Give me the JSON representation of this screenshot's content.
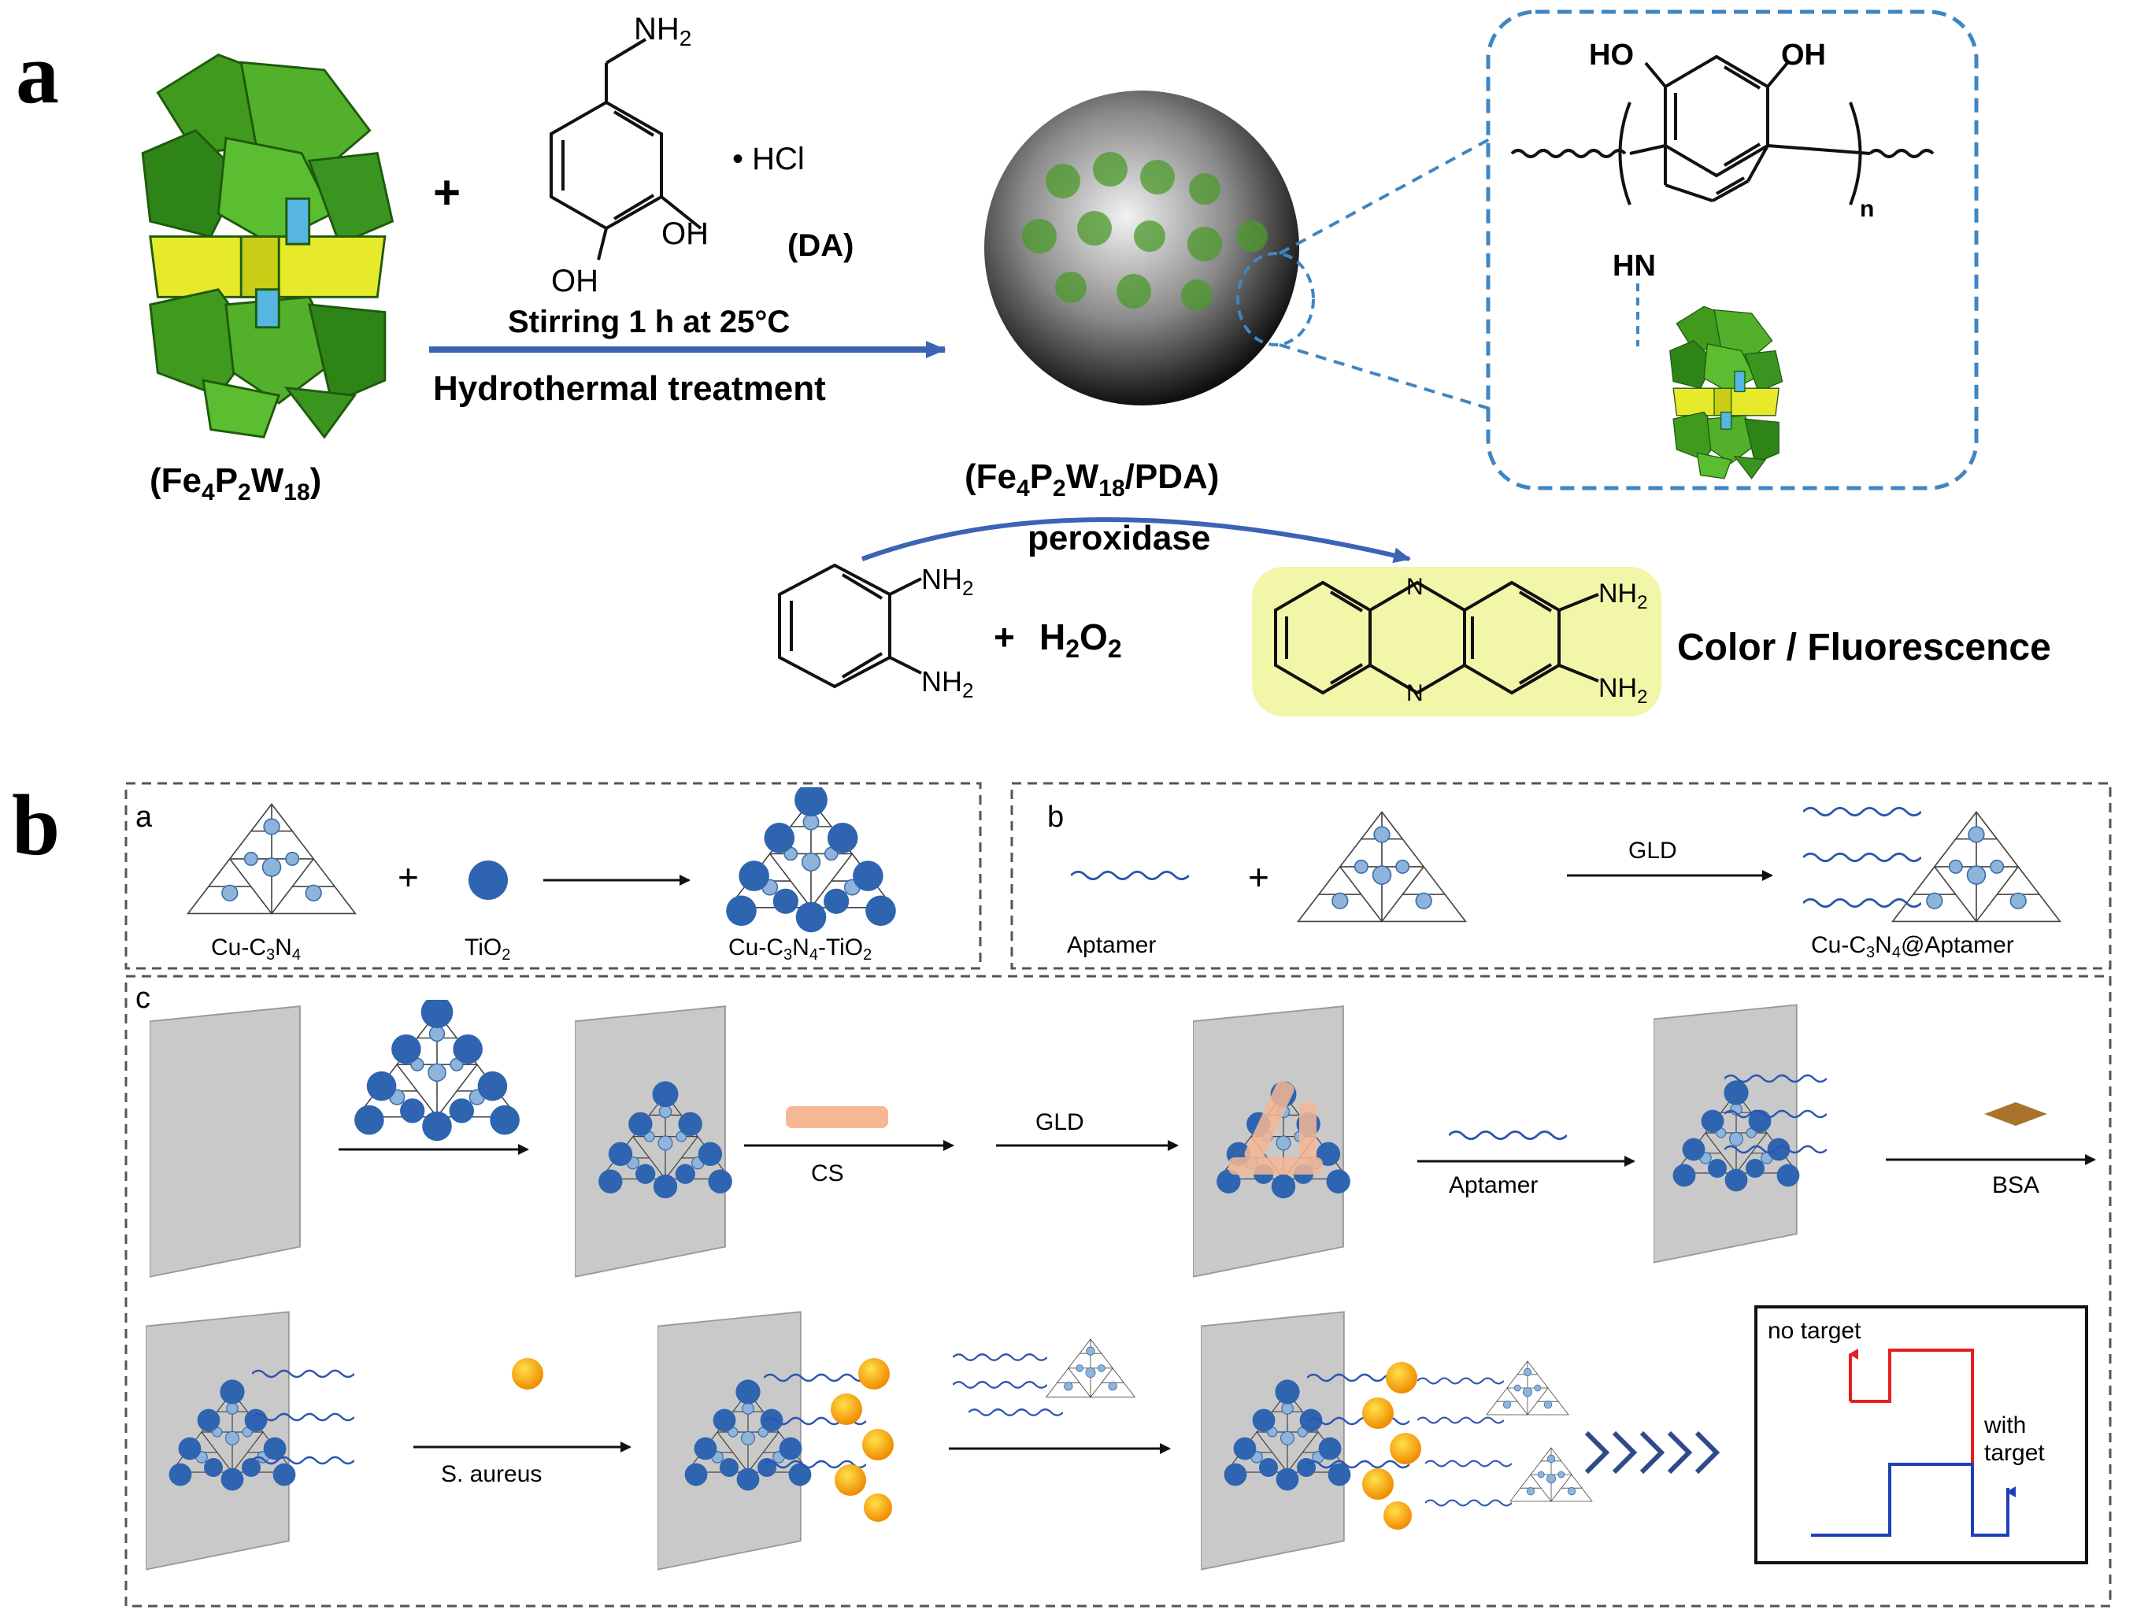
{
  "panel_a": {
    "label": "a",
    "polyoxometalate_label": "(Fe4P2W18)",
    "plus": "+",
    "dopamine": {
      "amine": "NH2",
      "hydroxyl_1": "OH",
      "hydroxyl_2": "OH",
      "salt": "• HCl",
      "abbrev": "(DA)"
    },
    "arrow_top": "Stirring 1 h at 25°C",
    "arrow_bottom": "Hydrothermal treatment",
    "composite_label": "(Fe4P2W18/PDA)",
    "pda_structure": {
      "oh_left": "HO",
      "oh_right": "OH",
      "nh": "HN",
      "n": "n"
    },
    "reaction": {
      "catalyst": "peroxidase",
      "reactant_amine_1": "NH2",
      "reactant_amine_2": "NH2",
      "plus": "+",
      "oxidant": "H2O2",
      "product_n_top": "N",
      "product_n_bottom": "N",
      "product_amine_1": "NH2",
      "product_amine_2": "NH2",
      "readout": "Color / Fluorescence"
    }
  },
  "panel_b": {
    "label": "b",
    "sub_a": {
      "label": "a",
      "reactant_1": "Cu-C3N4",
      "plus": "+",
      "reactant_2": "TiO2",
      "product": "Cu-C3N4-TiO2"
    },
    "sub_b": {
      "label": "b",
      "reactant_1": "Aptamer",
      "plus": "+",
      "arrow": "GLD",
      "product": "Cu-C3N4@Aptamer"
    },
    "sub_c": {
      "label": "c",
      "steps": {
        "cs": "CS",
        "gld": "GLD",
        "aptamer": "Aptamer",
        "bsa": "BSA",
        "target": "S. aureus"
      },
      "signal": {
        "no_target": "no target",
        "with_target_1": "with",
        "with_target_2": "target"
      }
    }
  },
  "colors": {
    "poly_green": "#3f9a1e",
    "poly_yellow": "#e6ea2a",
    "arrow_blue": "#3c64b4",
    "dash_blue": "#3f86c2",
    "ti_blue": "#2e64b0",
    "cs_peach": "#f6b894",
    "bsa_brown": "#a8742c",
    "au_orange": "#f0a010",
    "signal_red": "#e32020",
    "signal_blue": "#1f3fb8",
    "glow_yellow": "#eef59a"
  }
}
